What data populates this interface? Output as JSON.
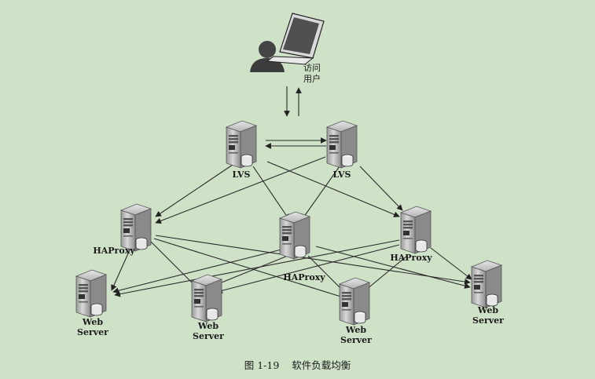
{
  "user": {
    "label_line1": "访问",
    "label_line2": "用户"
  },
  "lvs": [
    {
      "label": "LVS"
    },
    {
      "label": "LVS"
    }
  ],
  "haproxy": [
    {
      "label": "HAProxy"
    },
    {
      "label": "HAProxy"
    },
    {
      "label": "HAProxy"
    }
  ],
  "web": [
    {
      "line1": "Web",
      "line2": "Server"
    },
    {
      "line1": "Web",
      "line2": "Server"
    },
    {
      "line1": "Web",
      "line2": "Server"
    },
    {
      "line1": "Web",
      "line2": "Server"
    }
  ],
  "caption": {
    "number": "图 1-19",
    "title": "软件负载均衡"
  },
  "colors": {
    "background": "#cfe2c8",
    "server_body": "#c9c9c9",
    "line": "#2a2a2a"
  }
}
